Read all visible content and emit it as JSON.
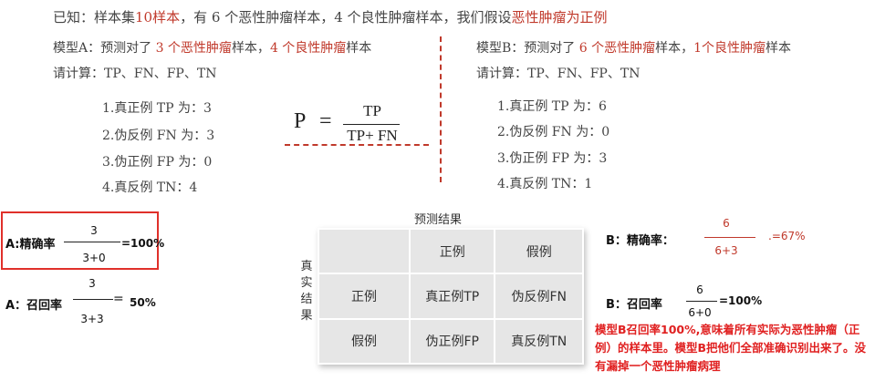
{
  "header": {
    "p1": "已知：样本集",
    "p2": "10样本",
    "p3": "，有 6 个恶性肿瘤样本，4 个良性肿瘤样本，我们假设",
    "p4": "恶性肿瘤为正例"
  },
  "model_a": {
    "l1_p1": "模型A：预测对了",
    "l1_p2": " 3 个恶性肿瘤",
    "l1_p3": "样本，",
    "l1_p4": "4 个良性肿瘤",
    "l1_p5": "样本",
    "l2": "请计算：TP、FN、FP、TN",
    "items": [
      "1.真正例 TP 为：3",
      "2.伪反例 FN 为：3",
      "3.伪正例 FP 为：0",
      "4.真反例 TN：4"
    ]
  },
  "model_b": {
    "l1_p1": "模型B：预测对了",
    "l1_p2": " 6 个恶性肿瘤",
    "l1_p3": "样本，",
    "l1_p4": "1个良性肿瘤",
    "l1_p5": "样本",
    "l2": "请计算：TP、FN、FP、TN",
    "items": [
      "1.真正例 TP 为：6",
      "2.伪反例 FN 为：0",
      "3.伪正例 FP 为：3",
      "4.真反例 TN：1"
    ]
  },
  "formula": {
    "lhs": "P",
    "eq": "=",
    "num": "TP",
    "den": "TP+ FN"
  },
  "a_precision": {
    "label": "A:精确率",
    "num": "3",
    "den": "3+0",
    "result": "=100%"
  },
  "a_recall": {
    "label": "A：召回率",
    "num": "3",
    "den": "3+3",
    "eq": "=",
    "result": "50%"
  },
  "b_precision": {
    "label": "B：精确率：",
    "num": "6",
    "den": "6+3",
    "result": ".=67%"
  },
  "b_recall": {
    "label": "B：召回率",
    "num": "6",
    "den": "6+0",
    "result": "=100%"
  },
  "matrix": {
    "top_label": "预测结果",
    "side_label": [
      "真",
      "实",
      "结",
      "果"
    ],
    "col_headers": [
      "正例",
      "假例"
    ],
    "rows": [
      {
        "header": "正例",
        "cells": [
          "真正例TP",
          "伪反例FN"
        ]
      },
      {
        "header": "假例",
        "cells": [
          "伪正例FP",
          "真反例TN"
        ]
      }
    ]
  },
  "note": "模型B召回率100%,意味着所有实际为恶性肿瘤（正例）的样本里。模型B把他们全部准确识别出来了。没有漏掉一个恶性肿瘤病理"
}
